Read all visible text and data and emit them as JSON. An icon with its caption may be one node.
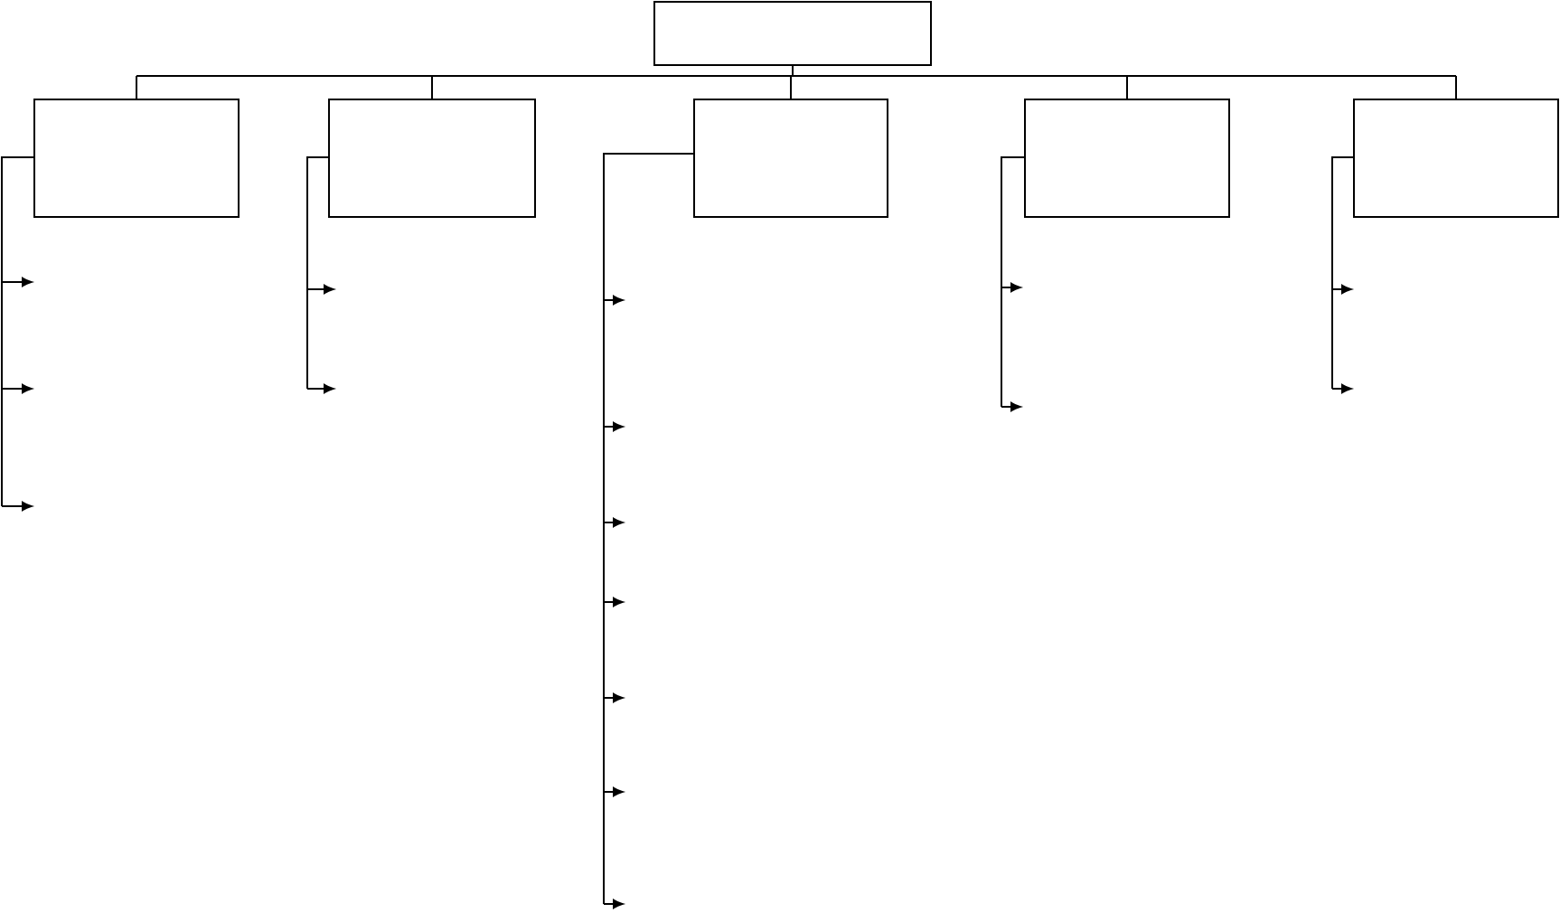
{
  "diagram": {
    "nodes": [
      {
        "text": [],
        "shape": "box"
      },
      {
        "text": [],
        "shape": "box"
      },
      {
        "text": [],
        "shape": "box"
      },
      {
        "text": [],
        "shape": "box"
      },
      {
        "text": [],
        "shape": "box"
      },
      {
        "text": [],
        "shape": "box"
      }
    ],
    "edges": [
      {
        "from": 0,
        "to": 1,
        "arrow": "none"
      },
      {
        "from": 0,
        "to": 2,
        "arrow": "none"
      },
      {
        "from": 0,
        "to": 3,
        "arrow": "none"
      },
      {
        "from": 0,
        "to": 4,
        "arrow": "none"
      },
      {
        "from": 0,
        "to": 5,
        "arrow": "none"
      },
      {
        "from": 1,
        "to": null,
        "arrow": "to"
      },
      {
        "from": 1,
        "to": null,
        "arrow": "to"
      },
      {
        "from": 1,
        "to": null,
        "arrow": "to"
      },
      {
        "from": 2,
        "to": null,
        "arrow": "to"
      },
      {
        "from": 2,
        "to": null,
        "arrow": "to"
      },
      {
        "from": 3,
        "to": null,
        "arrow": "to"
      },
      {
        "from": 3,
        "to": null,
        "arrow": "to"
      },
      {
        "from": 3,
        "to": null,
        "arrow": "to"
      },
      {
        "from": 3,
        "to": null,
        "arrow": "to"
      },
      {
        "from": 3,
        "to": null,
        "arrow": "to"
      },
      {
        "from": 3,
        "to": null,
        "arrow": "to"
      },
      {
        "from": 3,
        "to": null,
        "arrow": "to"
      },
      {
        "from": 4,
        "to": null,
        "arrow": "to"
      },
      {
        "from": 4,
        "to": null,
        "arrow": "to"
      },
      {
        "from": 5,
        "to": null,
        "arrow": "to"
      },
      {
        "from": 5,
        "to": null,
        "arrow": "to"
      }
    ]
  }
}
